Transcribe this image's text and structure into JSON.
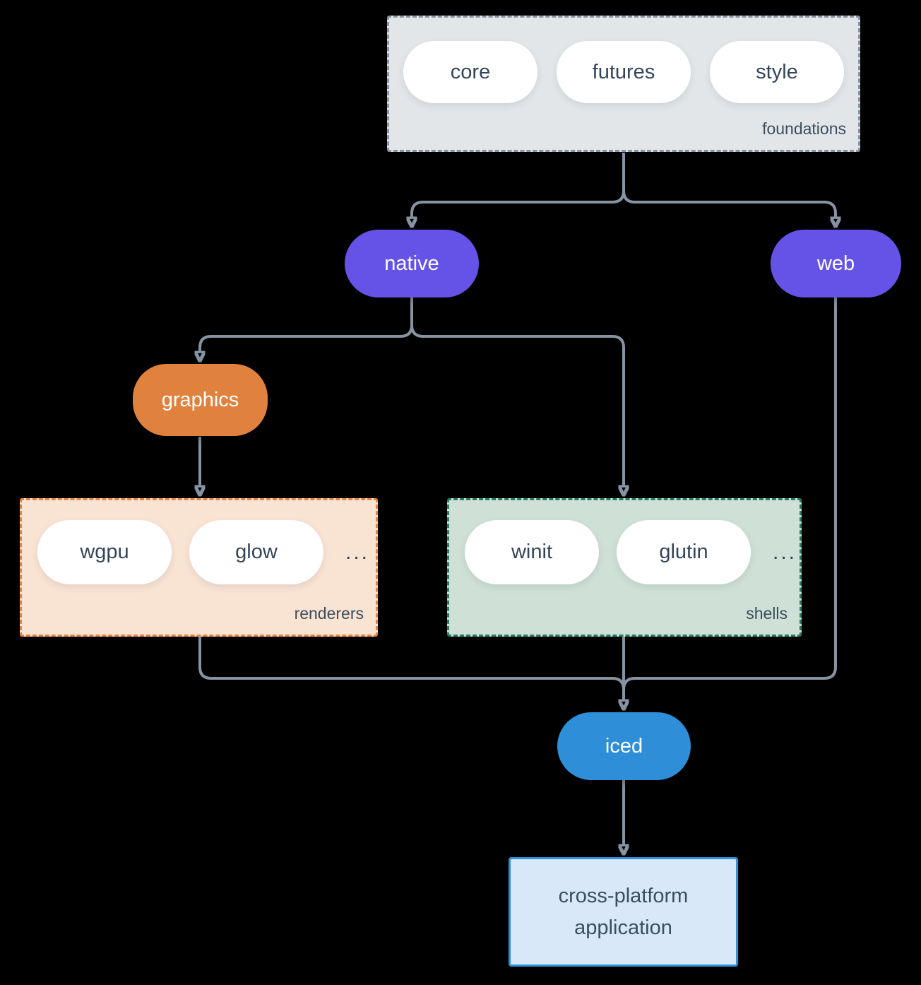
{
  "diagram": {
    "colors": {
      "background": "#000000",
      "connector": "#8593a3",
      "pill_text": "#34455a",
      "group_label_text": "#3c4d5c",
      "purple_node": "#6553e8",
      "orange_node": "#e0823e",
      "blue_node": "#2e8ed8",
      "foundations_fill": "#e2e6e9",
      "foundations_border": "#8694a5",
      "renderers_fill": "#f9e3d3",
      "renderers_border": "#e8833e",
      "shells_fill": "#cfe0d7",
      "shells_border": "#2a7a68",
      "application_fill": "#d8e8f8",
      "application_border": "#3090dc"
    },
    "foundations": {
      "label": "foundations",
      "pills": [
        "core",
        "futures",
        "style"
      ]
    },
    "native": {
      "label": "native"
    },
    "web": {
      "label": "web"
    },
    "graphics": {
      "label": "graphics"
    },
    "renderers": {
      "label": "renderers",
      "pills": [
        "wgpu",
        "glow"
      ],
      "ellipsis": "..."
    },
    "shells": {
      "label": "shells",
      "pills": [
        "winit",
        "glutin"
      ],
      "ellipsis": "..."
    },
    "iced": {
      "label": "iced"
    },
    "application": {
      "lines": [
        "cross-platform",
        "application"
      ]
    },
    "edges": [
      [
        "foundations",
        "native"
      ],
      [
        "foundations",
        "web"
      ],
      [
        "native",
        "graphics"
      ],
      [
        "native",
        "shells"
      ],
      [
        "graphics",
        "renderers"
      ],
      [
        "renderers",
        "iced"
      ],
      [
        "shells",
        "iced"
      ],
      [
        "web",
        "iced"
      ],
      [
        "iced",
        "application"
      ]
    ]
  }
}
